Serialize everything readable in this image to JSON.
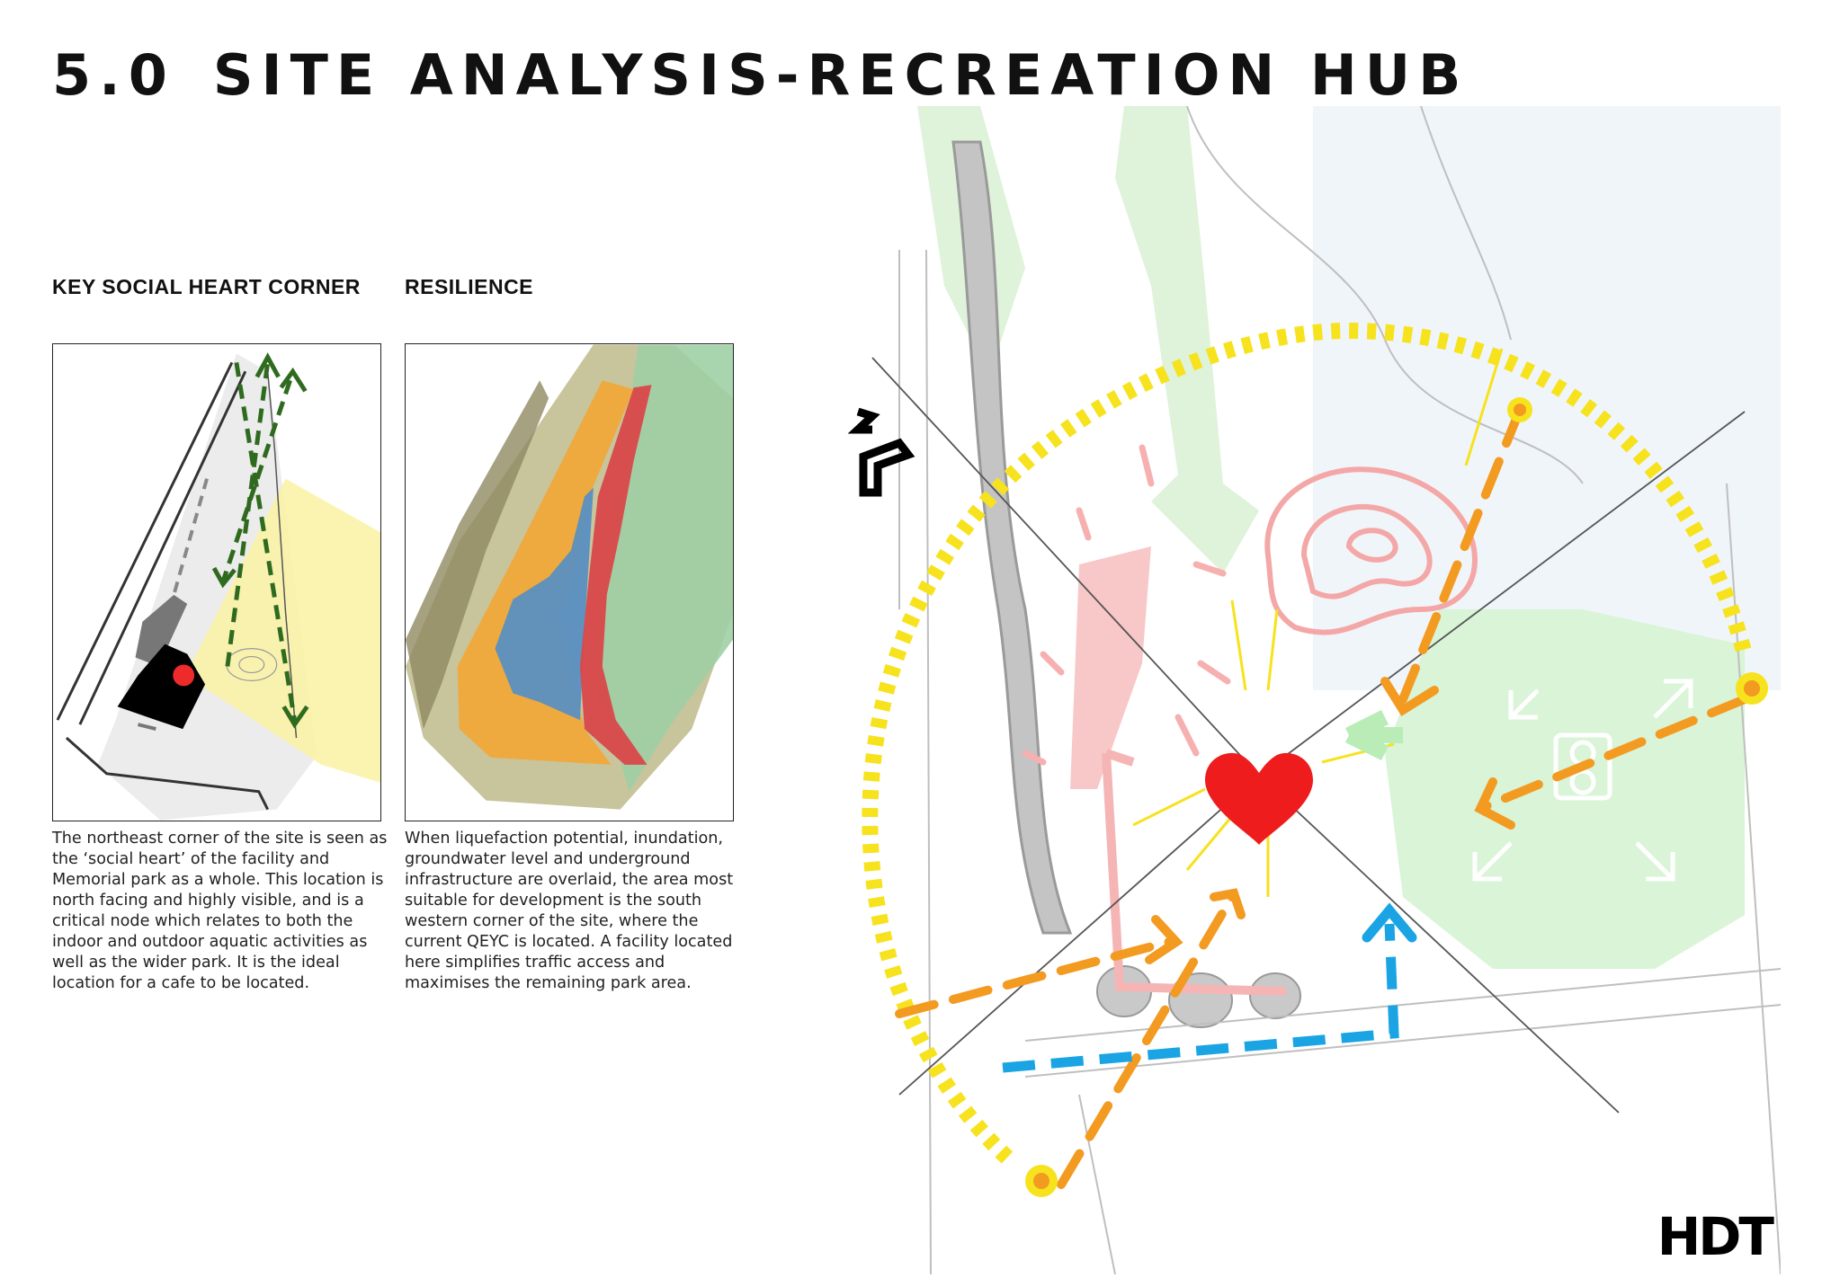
{
  "title": {
    "number": "5.0",
    "text": "SITE ANALYSIS-RECREATION HUB"
  },
  "panels": [
    {
      "heading": "KEY SOCIAL HEART CORNER",
      "description": "The northeast corner of the site is seen as the ‘social heart’ of the facility and Memorial park as a whole.  This location is north facing and highly visible, and is a critical node which relates to both the indoor and outdoor aquatic activities as well as the wider park.  It is the ideal location for a cafe to be located."
    },
    {
      "heading": "RESILIENCE",
      "description": "When liquefaction potential, inundation, groundwater level  and underground infrastructure are overlaid, the area most suitable for development is the south western corner of the site, where the current QEYC is located.  A facility located here simplifies traffic access and maximises the remaining park area."
    }
  ],
  "logo": "HDT",
  "colors": {
    "yellow_ring": "#f7e21e",
    "orange_arrows": "#f39a21",
    "blue_arrow": "#1aa4e3",
    "heart": "#ee1c1c",
    "green_arrows": "#2f6b1f",
    "pink_zones": "#f5b5b5",
    "green_park": "#d9f4d6"
  }
}
